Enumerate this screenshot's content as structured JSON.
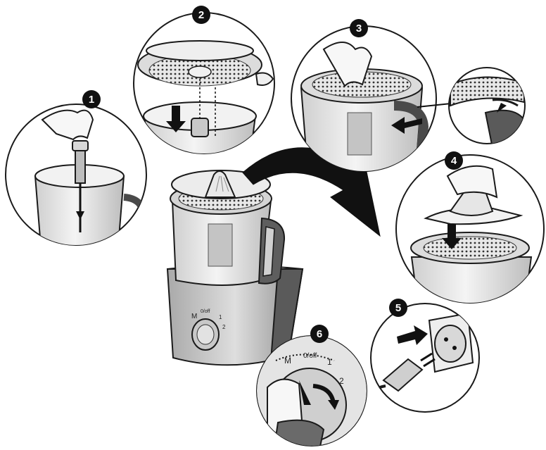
{
  "steps": [
    {
      "number": "1"
    },
    {
      "number": "2"
    },
    {
      "number": "3"
    },
    {
      "number": "4"
    },
    {
      "number": "5"
    },
    {
      "number": "6"
    }
  ],
  "dial": {
    "off": "0/off",
    "pulse": "M",
    "speed1": "1",
    "speed2": "2"
  },
  "colors": {
    "outline": "#1a1a1a",
    "bowl": "#d9d9d9",
    "shade": "#9e9e9e",
    "dark": "#4a4a4a",
    "badge": "#111111",
    "arrow": "#111111"
  }
}
